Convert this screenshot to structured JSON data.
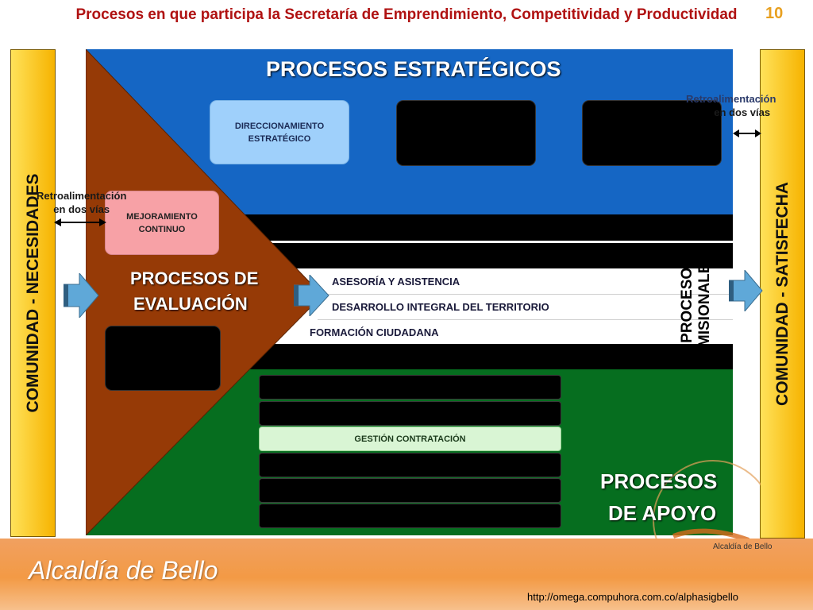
{
  "header": {
    "title": "Procesos en que participa la Secretaría de Emprendimiento, Competitividad y Productividad",
    "page_number": "10"
  },
  "left_sidebar": {
    "label": "COMUNIDAD - NECESIDADES"
  },
  "right_sidebar": {
    "label": "COMUNIDAD - SATISFECHA"
  },
  "strategic": {
    "title": "PROCESOS ESTRATÉGICOS",
    "box_label": "DIRECCIONAMIENTO ESTRATÉGICO"
  },
  "evaluation": {
    "title_line1": "PROCESOS DE",
    "title_line2": "EVALUACIÓN",
    "box_label": "MEJORAMIENTO CONTINUO"
  },
  "missionary": {
    "side_label_line1": "PROCESOS",
    "side_label_line2": "MISIONALES",
    "items": [
      "ASESORÍA Y ASISTENCIA",
      "DESARROLLO INTEGRAL DEL TERRITORIO",
      "FORMACIÓN CIUDADANA"
    ]
  },
  "support": {
    "title_line1": "PROCESOS",
    "title_line2": "DE APOYO",
    "visible_bar_label": "GESTIÓN CONTRATACIÓN"
  },
  "feedback": {
    "left_line1": "Retroalimentación",
    "left_line2": "en dos vías",
    "right_line1": "Retroalimentación",
    "right_line2": "en dos vías"
  },
  "footer": {
    "logo_text": "Alcaldía de Bello",
    "seal_text": "Alcaldía de Bello",
    "url": "http://omega.compuhora.com.co/alphasigbello"
  },
  "colors": {
    "title_red": "#b01212",
    "strategic_blue": "#1566c4",
    "support_green": "#066e1f",
    "evaluation_brown": "#963a06",
    "sidebar_yellow": "#f6b300",
    "footer_orange": "#f39a45"
  }
}
